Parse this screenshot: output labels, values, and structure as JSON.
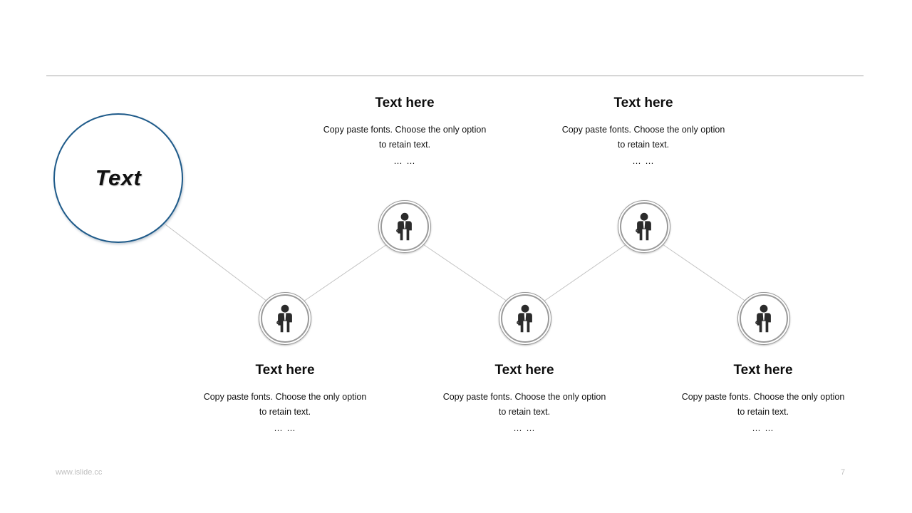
{
  "slide": {
    "main_node": {
      "label": "Text",
      "accent_color": "#1f5b8a"
    },
    "divider_color": "#a6a6a6",
    "connector_color": "#c3c3c3",
    "node_icon": "businessman-icon",
    "node_border_color": "#9a9a9a",
    "blocks": [
      {
        "title": "Text here",
        "body": "Copy paste fonts. Choose the only option to retain text.",
        "ellipsis": "… …"
      },
      {
        "title": "Text here",
        "body": "Copy paste fonts. Choose the only option to retain text.",
        "ellipsis": "… …"
      },
      {
        "title": "Text here",
        "body": "Copy paste fonts. Choose the only option to retain text.",
        "ellipsis": "… …"
      },
      {
        "title": "Text here",
        "body": "Copy paste fonts. Choose the only option to retain text.",
        "ellipsis": "… …"
      },
      {
        "title": "Text here",
        "body": "Copy paste fonts. Choose the only option to retain text.",
        "ellipsis": "… …"
      }
    ],
    "footer": {
      "url": "www.islide.cc",
      "page_number": "7"
    }
  }
}
